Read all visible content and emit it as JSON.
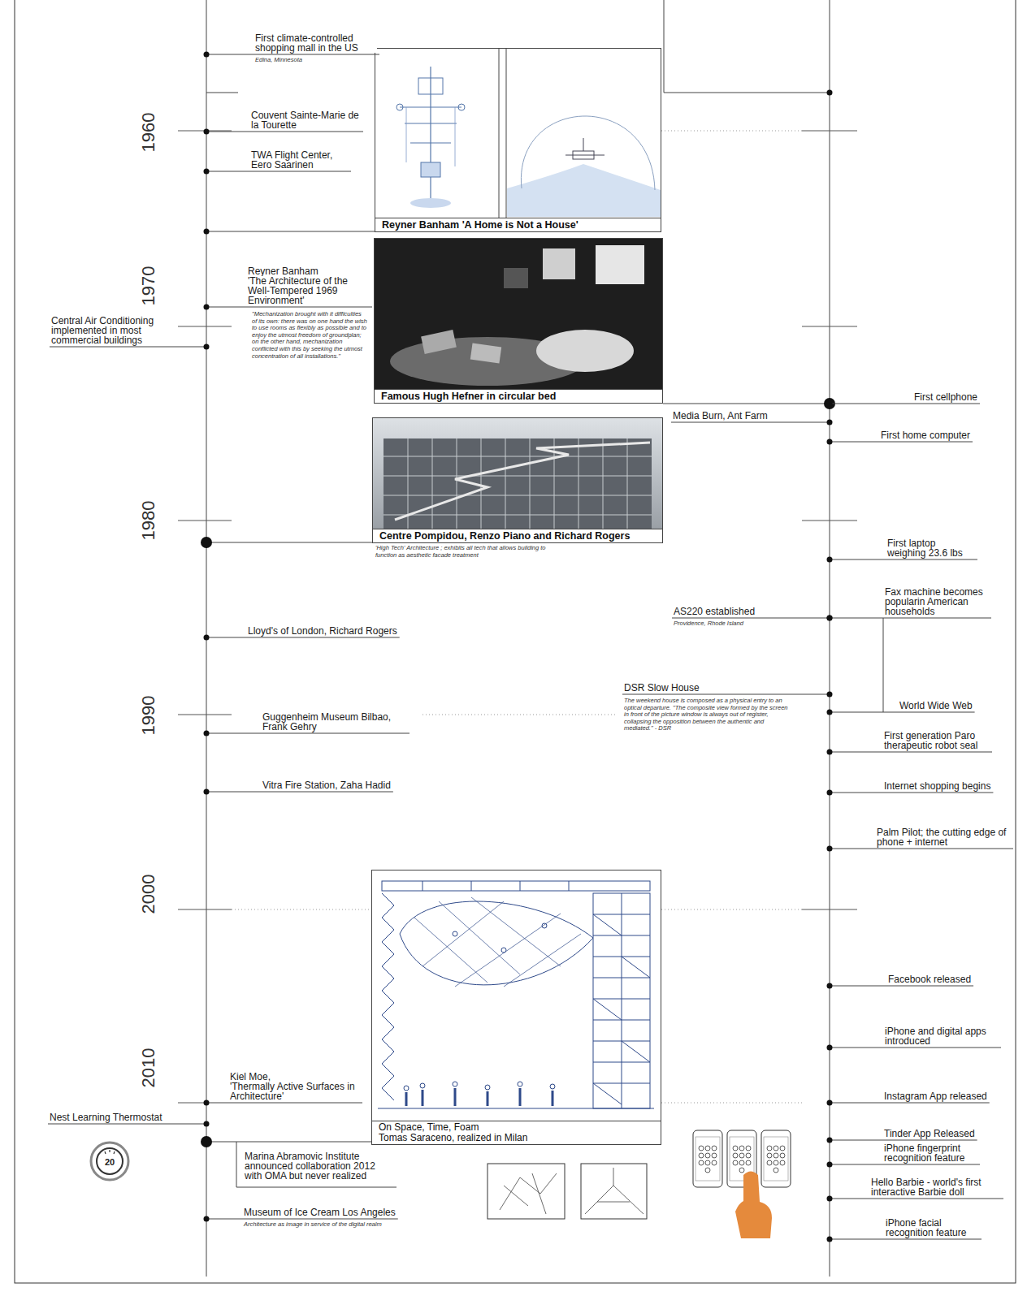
{
  "diagram": {
    "nodes": [
      {
        "text": [
          "Reyner Banham 'A Home is Not a House'"
        ]
      },
      {
        "text": [
          "Famous Hugh Hefner in circular bed"
        ]
      },
      {
        "text": [
          "Centre Pompidou, Renzo Piano and Richard Rogers",
          "'High Tech' Architecture ; exhibits all tech that allows building to function as aesthetic facade treatment"
        ]
      },
      {
        "text": [
          "On Space, Time, Foam",
          "Tomas Saraceno, realized in Milan"
        ]
      }
    ],
    "labels": [
      "1960",
      "1970",
      "1980",
      "1990",
      "2000",
      "2010",
      "First climate-controlled shopping mall in the US",
      "Edina, Minnesota",
      "Couvent Sainte-Marie de la Tourette",
      "TWA Flight Center, Eero Saarinen",
      "Reyner Banham",
      "'The Architecture of the Well-Tempered 1969 Environment'",
      "\"Mechanization brought with it difficulties of its own: there was on one hand the wish to use rooms as flexibly as possible and to enjoy the utmost freedom of groundplan; on the other hand, mechanization conflicted with this by seeking the utmost concentration of all installations.\"",
      "Central Air Conditioning implemented in most commercial buildings",
      "Lloyd's of London, Richard Rogers",
      "Guggenheim Museum Bilbao, Frank Gehry",
      "Vitra Fire Station, Zaha Hadid",
      "Kiel Moe,",
      "'Thermally Active Surfaces in Architecture'",
      "Nest Learning Thermostat",
      "20",
      "Marina Abramovic Institute announced collaboration 2012 with OMA but never realized",
      "Museum of Ice Cream Los Angeles",
      "Architecture as image in service of the digital realm",
      "First cellphone",
      "Media Burn, Ant Farm",
      "First home computer",
      "First laptop weighing 23.6 lbs",
      "AS220 established",
      "Providence, Rhode Island",
      "Fax machine becomes popularin American households",
      "DSR Slow House",
      "The weekend house is composed as a physical entry to an optical departure. \"The composite view formed by the screen in front of the picture window is always out of register, collapsing the opposition between the authentic and mediated.\" - DSR",
      "World Wide Web",
      "First generation Paro therapeutic robot seal",
      "Internet shopping begins",
      "Palm Pilot; the cutting edge of phone + internet",
      "Facebook released",
      "iPhone and digital apps introduced",
      "Instagram App released",
      "Tinder App Released",
      "iPhone fingerprint recognition feature",
      "Hello Barbie - world's first interactive Barbie doll",
      "iPhone facial recognition feature"
    ]
  }
}
